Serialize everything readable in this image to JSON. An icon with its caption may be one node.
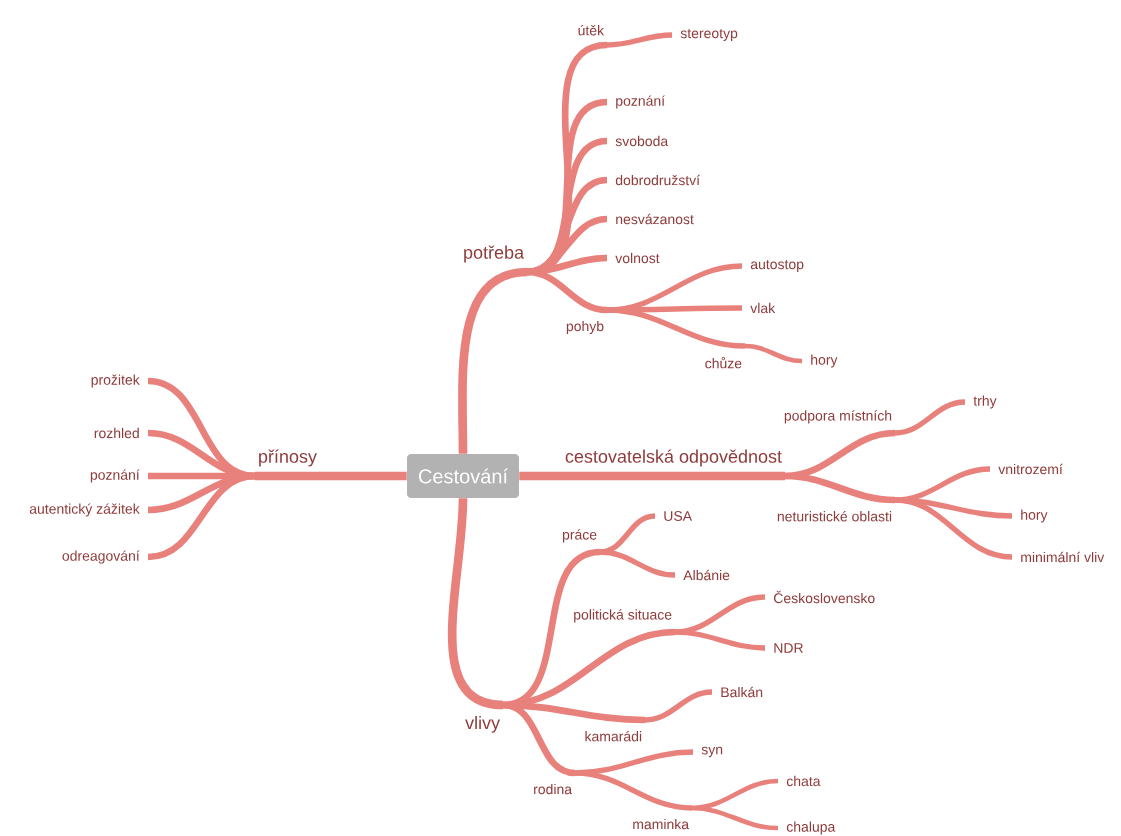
{
  "diagram": {
    "nodes": [
      {
        "text": [
          "Cestování"
        ]
      },
      {
        "text": [
          "potřeba"
        ]
      },
      {
        "text": [
          "útěk"
        ]
      },
      {
        "text": [
          "stereotyp"
        ]
      },
      {
        "text": [
          "poznání"
        ]
      },
      {
        "text": [
          "svoboda"
        ]
      },
      {
        "text": [
          "dobrodružství"
        ]
      },
      {
        "text": [
          "nesvázanost"
        ]
      },
      {
        "text": [
          "volnost"
        ]
      },
      {
        "text": [
          "pohyb"
        ]
      },
      {
        "text": [
          "autostop"
        ]
      },
      {
        "text": [
          "vlak"
        ]
      },
      {
        "text": [
          "chůze"
        ]
      },
      {
        "text": [
          "hory"
        ]
      },
      {
        "text": [
          "přínosy"
        ]
      },
      {
        "text": [
          "prožitek"
        ]
      },
      {
        "text": [
          "rozhled"
        ]
      },
      {
        "text": [
          "poznání"
        ]
      },
      {
        "text": [
          "autentický zážitek"
        ]
      },
      {
        "text": [
          "odreagování"
        ]
      },
      {
        "text": [
          "cestovatelská odpovědnost"
        ]
      },
      {
        "text": [
          "podpora místních"
        ]
      },
      {
        "text": [
          "trhy"
        ]
      },
      {
        "text": [
          "neturistické oblasti"
        ]
      },
      {
        "text": [
          "vnitrozemí"
        ]
      },
      {
        "text": [
          "hory"
        ]
      },
      {
        "text": [
          "minimální vliv"
        ]
      },
      {
        "text": [
          "vlivy"
        ]
      },
      {
        "text": [
          "práce"
        ]
      },
      {
        "text": [
          "USA"
        ]
      },
      {
        "text": [
          "Albánie"
        ]
      },
      {
        "text": [
          "politická situace"
        ]
      },
      {
        "text": [
          "Československo"
        ]
      },
      {
        "text": [
          "NDR"
        ]
      },
      {
        "text": [
          "kamarádi"
        ]
      },
      {
        "text": [
          "Balkán"
        ]
      },
      {
        "text": [
          "rodina"
        ]
      },
      {
        "text": [
          "syn"
        ]
      },
      {
        "text": [
          "maminka"
        ]
      },
      {
        "text": [
          "chata"
        ]
      },
      {
        "text": [
          "chalupa"
        ]
      }
    ],
    "edges": [
      {
        "from": 0,
        "to": 1,
        "arrow": "none"
      },
      {
        "from": 1,
        "to": 2,
        "arrow": "none"
      },
      {
        "from": 2,
        "to": 3,
        "arrow": "none"
      },
      {
        "from": 1,
        "to": 4,
        "arrow": "none"
      },
      {
        "from": 1,
        "to": 5,
        "arrow": "none"
      },
      {
        "from": 1,
        "to": 6,
        "arrow": "none"
      },
      {
        "from": 1,
        "to": 7,
        "arrow": "none"
      },
      {
        "from": 1,
        "to": 8,
        "arrow": "none"
      },
      {
        "from": 1,
        "to": 9,
        "arrow": "none"
      },
      {
        "from": 9,
        "to": 10,
        "arrow": "none"
      },
      {
        "from": 9,
        "to": 11,
        "arrow": "none"
      },
      {
        "from": 9,
        "to": 12,
        "arrow": "none"
      },
      {
        "from": 12,
        "to": 13,
        "arrow": "none"
      },
      {
        "from": 0,
        "to": 14,
        "arrow": "none"
      },
      {
        "from": 14,
        "to": 15,
        "arrow": "none"
      },
      {
        "from": 14,
        "to": 16,
        "arrow": "none"
      },
      {
        "from": 14,
        "to": 17,
        "arrow": "none"
      },
      {
        "from": 14,
        "to": 18,
        "arrow": "none"
      },
      {
        "from": 14,
        "to": 19,
        "arrow": "none"
      },
      {
        "from": 0,
        "to": 20,
        "arrow": "none"
      },
      {
        "from": 20,
        "to": 21,
        "arrow": "none"
      },
      {
        "from": 21,
        "to": 22,
        "arrow": "none"
      },
      {
        "from": 20,
        "to": 23,
        "arrow": "none"
      },
      {
        "from": 23,
        "to": 24,
        "arrow": "none"
      },
      {
        "from": 23,
        "to": 25,
        "arrow": "none"
      },
      {
        "from": 23,
        "to": 26,
        "arrow": "none"
      },
      {
        "from": 0,
        "to": 27,
        "arrow": "none"
      },
      {
        "from": 27,
        "to": 28,
        "arrow": "none"
      },
      {
        "from": 28,
        "to": 29,
        "arrow": "none"
      },
      {
        "from": 28,
        "to": 30,
        "arrow": "none"
      },
      {
        "from": 27,
        "to": 31,
        "arrow": "none"
      },
      {
        "from": 31,
        "to": 32,
        "arrow": "none"
      },
      {
        "from": 31,
        "to": 33,
        "arrow": "none"
      },
      {
        "from": 27,
        "to": 34,
        "arrow": "none"
      },
      {
        "from": 34,
        "to": 35,
        "arrow": "none"
      },
      {
        "from": 27,
        "to": 36,
        "arrow": "none"
      },
      {
        "from": 36,
        "to": 37,
        "arrow": "none"
      },
      {
        "from": 36,
        "to": 38,
        "arrow": "none"
      },
      {
        "from": 38,
        "to": 39,
        "arrow": "none"
      },
      {
        "from": 38,
        "to": 40,
        "arrow": "none"
      }
    ]
  }
}
